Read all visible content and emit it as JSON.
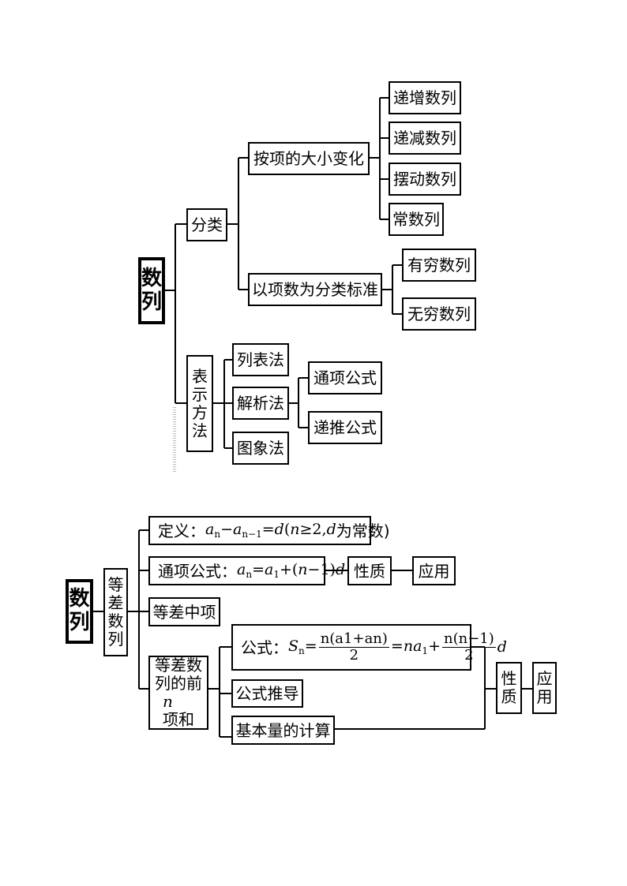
{
  "diagram1": {
    "root": "数列",
    "classify": {
      "label": "分类",
      "by_change": {
        "label": "按项的大小变化",
        "items": [
          "递增数列",
          "递减数列",
          "摆动数列",
          "常数列"
        ]
      },
      "by_count": {
        "label": "以项数为分类标准",
        "items": [
          "有穷数列",
          "无穷数列"
        ]
      }
    },
    "represent": {
      "label": "表示方法",
      "list_method": "列表法",
      "analytic": {
        "label": "解析法",
        "items": [
          "通项公式",
          "递推公式"
        ]
      },
      "graph_method": "图象法"
    }
  },
  "diagram2": {
    "root": "数列",
    "arith": "等差数列",
    "definition": {
      "prefix": "定义：",
      "a": "a",
      "sub_n": "n",
      "minus": "−",
      "sub_n1": "n−1",
      "eq": "=",
      "d": "d",
      "open": "(",
      "n": "n",
      "ge2": "≥2,",
      "d2": "d",
      "const": "为常数)"
    },
    "general_term": {
      "prefix": "通项公式：",
      "a": "a",
      "sub_n": "n",
      "eq": "=",
      "sub_1": "1",
      "plus_paren": "+(",
      "n": "n",
      "minus1": "−1)",
      "d": "d"
    },
    "prop1": "性质",
    "app1": "应用",
    "middle_term": "等差中项",
    "sum": {
      "label": "等差数列的前n项和",
      "line1": "等差数",
      "line2": "列的前",
      "n": "n",
      "line3": "项和"
    },
    "sum_formula": {
      "prefix": "公式：",
      "S": "S",
      "sub_n": "n",
      "eq": "=",
      "f1_num": "n(a1+an)",
      "f1_den": "2",
      "eq2": "=",
      "na1": "na",
      "sub_1": "1",
      "plus": "+",
      "f2_num": "n(n−1)",
      "f2_den": "2",
      "d": "d"
    },
    "derivation": "公式推导",
    "calc": "基本量的计算",
    "prop2": "性质",
    "app2": "应用"
  }
}
